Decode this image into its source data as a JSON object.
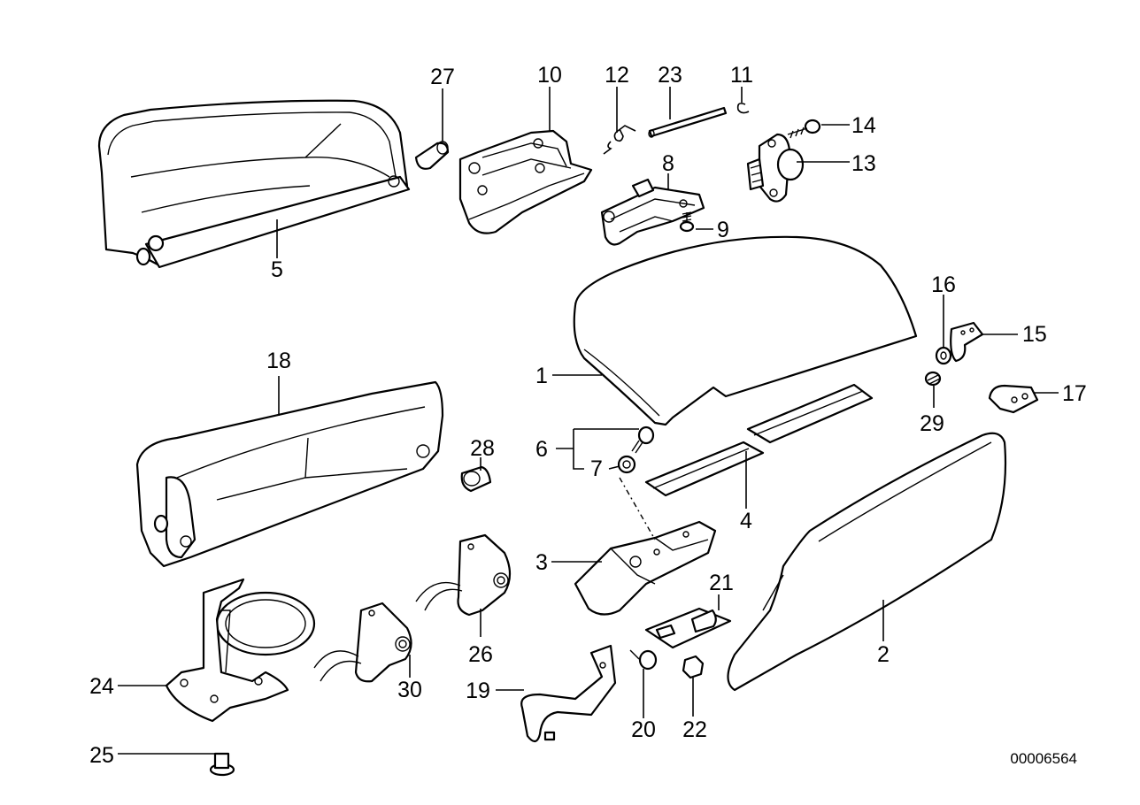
{
  "diagram": {
    "parts": [
      {
        "id": "p1",
        "label": "1"
      },
      {
        "id": "p2",
        "label": "2"
      },
      {
        "id": "p3",
        "label": "3"
      },
      {
        "id": "p4",
        "label": "4"
      },
      {
        "id": "p5",
        "label": "5"
      },
      {
        "id": "p6",
        "label": "6"
      },
      {
        "id": "p7",
        "label": "7"
      },
      {
        "id": "p8",
        "label": "8"
      },
      {
        "id": "p9",
        "label": "9"
      },
      {
        "id": "p10",
        "label": "10"
      },
      {
        "id": "p11",
        "label": "11"
      },
      {
        "id": "p12",
        "label": "12"
      },
      {
        "id": "p13",
        "label": "13"
      },
      {
        "id": "p14",
        "label": "14"
      },
      {
        "id": "p15",
        "label": "15"
      },
      {
        "id": "p16",
        "label": "16"
      },
      {
        "id": "p17",
        "label": "17"
      },
      {
        "id": "p18",
        "label": "18"
      },
      {
        "id": "p19",
        "label": "19"
      },
      {
        "id": "p20",
        "label": "20"
      },
      {
        "id": "p21",
        "label": "21"
      },
      {
        "id": "p22",
        "label": "22"
      },
      {
        "id": "p23",
        "label": "23"
      },
      {
        "id": "p24",
        "label": "24"
      },
      {
        "id": "p25",
        "label": "25"
      },
      {
        "id": "p26",
        "label": "26"
      },
      {
        "id": "p27",
        "label": "27"
      },
      {
        "id": "p28",
        "label": "28"
      },
      {
        "id": "p29",
        "label": "29"
      },
      {
        "id": "p30",
        "label": "30"
      }
    ],
    "drawing_number": "00006564",
    "line_color": "#000000",
    "background": "#ffffff"
  }
}
